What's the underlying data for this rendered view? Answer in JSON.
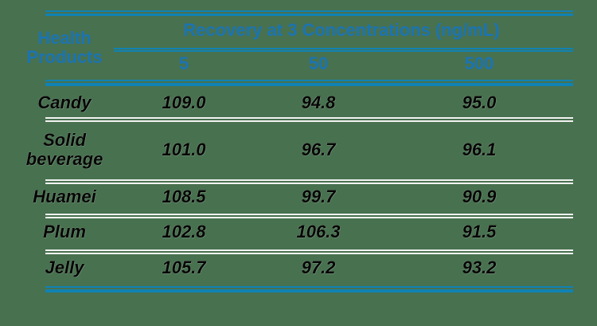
{
  "colors": {
    "background": "#48714F",
    "accent_line": "#1082B4",
    "accent_text": "#1B74B2",
    "separator": "#F2F2F2",
    "body_text": "#060606"
  },
  "chart_data": {
    "type": "table",
    "row_header_title": "Health Products",
    "span_header": "Recovery at 3 Concentrations (ng/mL)",
    "concentration_columns": [
      "5",
      "50",
      "500"
    ],
    "rows": [
      {
        "product": "Candy",
        "values": [
          "109.0",
          "94.8",
          "95.0"
        ]
      },
      {
        "product": "Solid beverage",
        "values": [
          "101.0",
          "96.7",
          "96.1"
        ]
      },
      {
        "product": "Huamei",
        "values": [
          "108.5",
          "99.7",
          "90.9"
        ]
      },
      {
        "product": "Plum",
        "values": [
          "102.8",
          "106.3",
          "91.5"
        ]
      },
      {
        "product": "Jelly",
        "values": [
          "105.7",
          "97.2",
          "93.2"
        ]
      }
    ]
  }
}
